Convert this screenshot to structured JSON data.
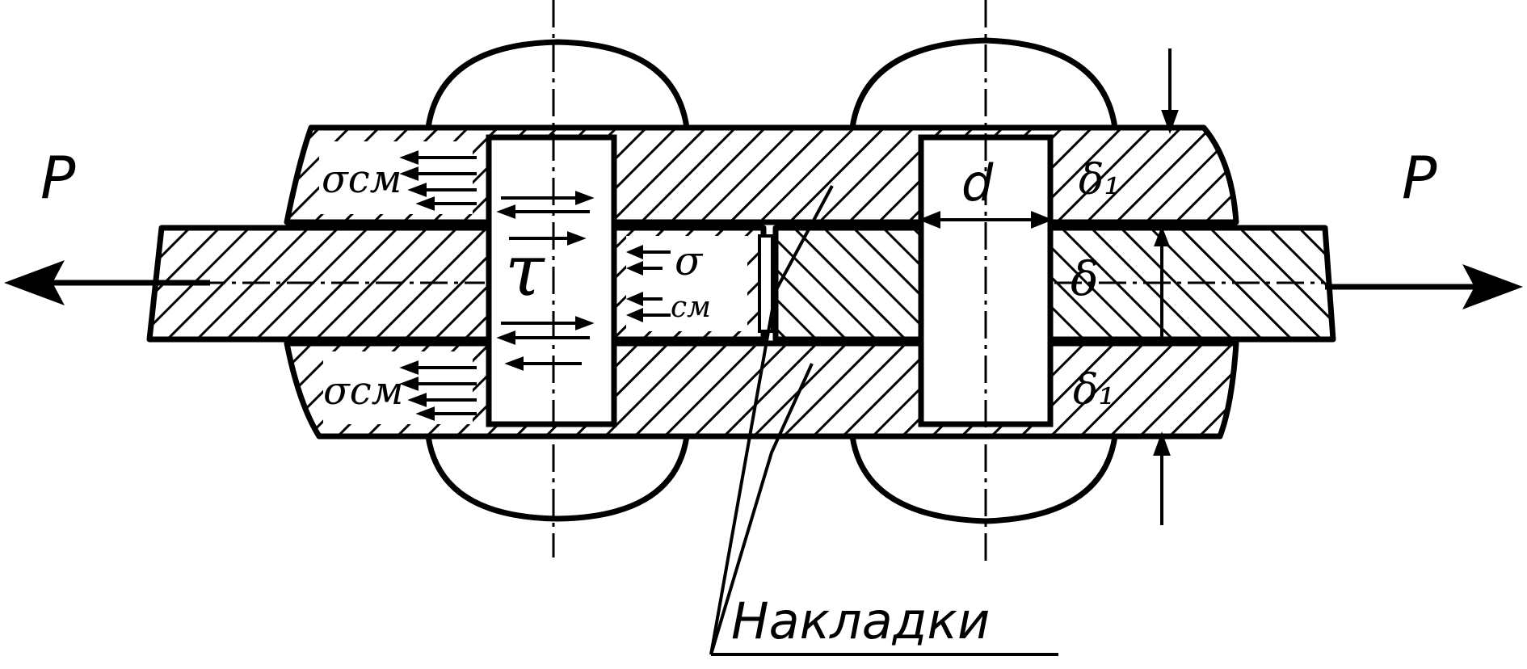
{
  "labels": {
    "force_left": "P",
    "force_right": "P",
    "diameter": "d",
    "shear_stress": "τ",
    "bearing_stress": "σ",
    "bearing_stress_sub": "см",
    "bearing_stress_left": "σсм",
    "thickness_main": "δ",
    "thickness_plate": "δ₁",
    "callout": "Накладки"
  },
  "colors": {
    "ink": "#000000",
    "paper": "#ffffff"
  }
}
